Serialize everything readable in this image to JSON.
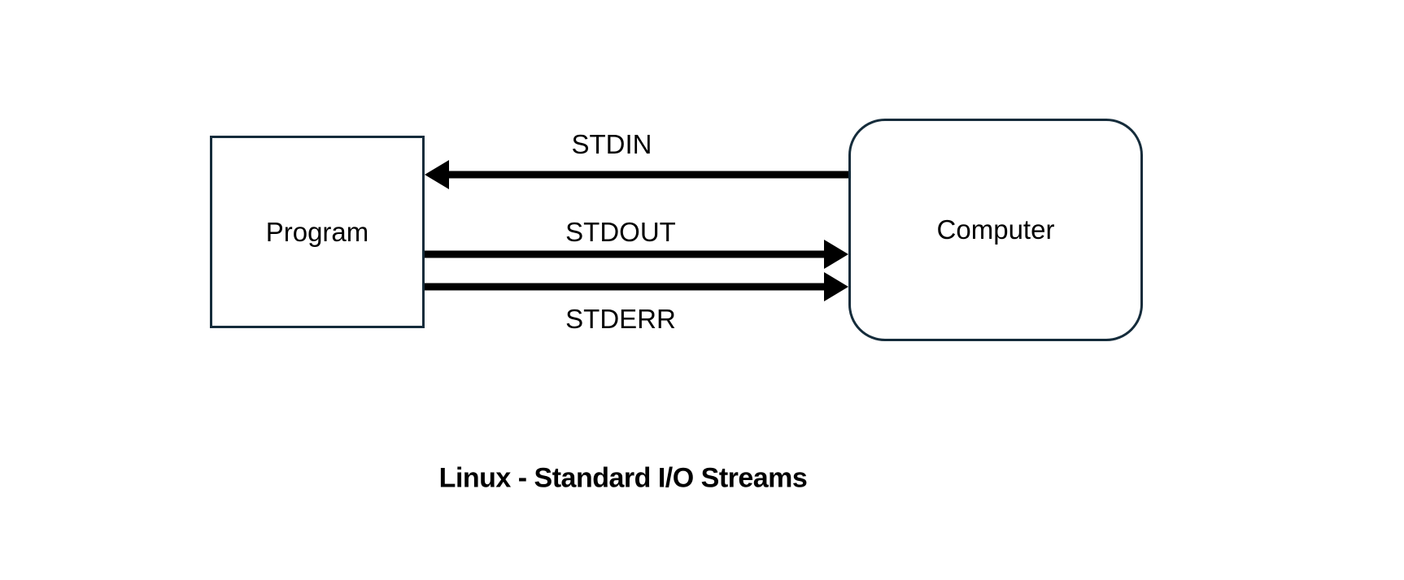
{
  "diagram": {
    "title": "Linux - Standard I/O Streams",
    "nodes": [
      {
        "id": "program",
        "label": "Program",
        "shape": "rectangle"
      },
      {
        "id": "computer",
        "label": "Computer",
        "shape": "rounded-rectangle"
      }
    ],
    "streams": [
      {
        "label": "STDIN",
        "from": "computer",
        "to": "program",
        "direction": "left"
      },
      {
        "label": "STDOUT",
        "from": "program",
        "to": "computer",
        "direction": "right"
      },
      {
        "label": "STDERR",
        "from": "program",
        "to": "computer",
        "direction": "right"
      }
    ],
    "colors": {
      "background": "#FFFFFF",
      "box_border": "#152C3B",
      "arrow": "#000000",
      "text": "#000000"
    }
  }
}
